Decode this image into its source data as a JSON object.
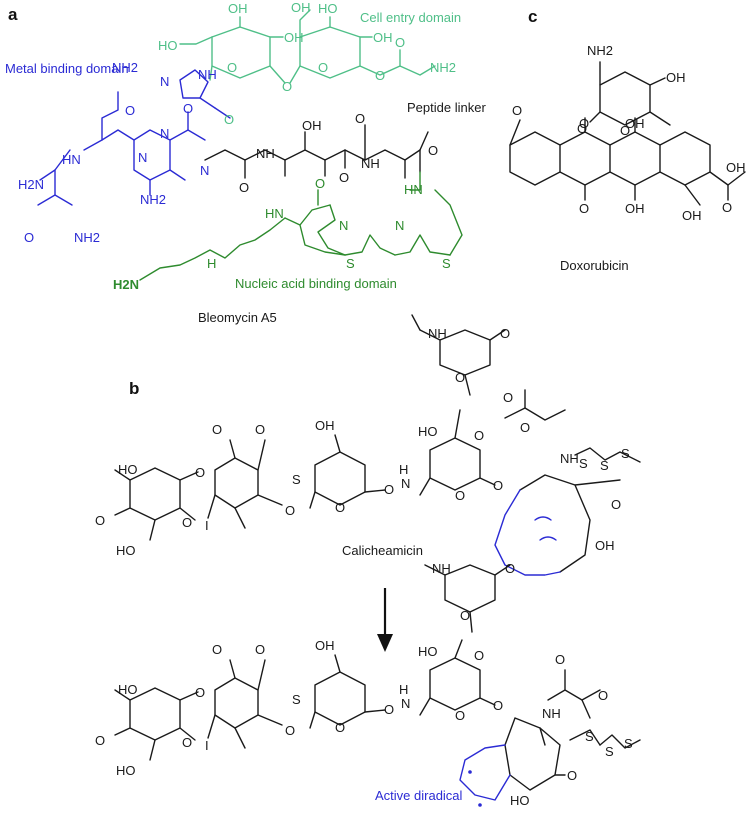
{
  "panels": {
    "a": "a",
    "b": "b",
    "c": "c"
  },
  "colors": {
    "black": "#1a1a1a",
    "blue": "#2b2bd4",
    "green": "#2e8b2e",
    "teal": "#4fbf88"
  },
  "domains": {
    "metal": "Metal binding domain",
    "cell": "Cell entry domain",
    "peptide": "Peptide linker",
    "nucleic": "Nucleic acid binding domain"
  },
  "names": {
    "bleomycin": "Bleomycin A5",
    "doxorubicin": "Doxorubicin",
    "calicheamicin": "Calicheamicin",
    "diradical": "Active diradical"
  },
  "atoms": {
    "o": "O",
    "oh": "OH",
    "ho": "HO",
    "nh": "NH",
    "hn": "HN",
    "h": "H",
    "n": "N",
    "nh2": "NH2",
    "h2n": "H2N",
    "s": "S",
    "i": "I",
    "nh2_sub": "2"
  }
}
